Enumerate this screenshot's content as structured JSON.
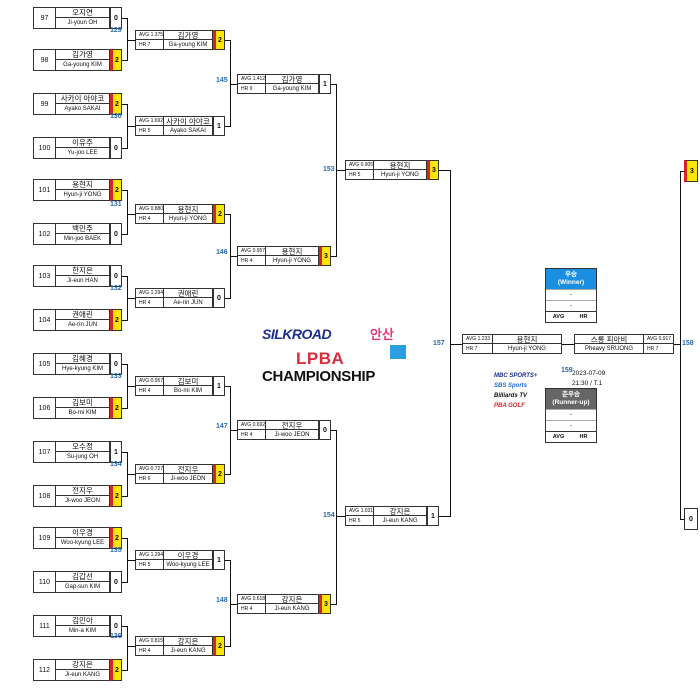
{
  "round1": [
    {
      "seed": "97",
      "name_ko": "오지연",
      "name_en": "Ji-youn OH",
      "score": "0",
      "win": false
    },
    {
      "seed": "98",
      "name_ko": "김가영",
      "name_en": "Ga-young KIM",
      "score": "2",
      "win": true
    },
    {
      "seed": "99",
      "name_ko": "사카이 아야코",
      "name_en": "Ayako SAKAI",
      "score": "2",
      "win": true
    },
    {
      "seed": "100",
      "name_ko": "이유주",
      "name_en": "Yu-joo LEE",
      "score": "0",
      "win": false
    },
    {
      "seed": "101",
      "name_ko": "용현지",
      "name_en": "Hyun-ji YONG",
      "score": "2",
      "win": true
    },
    {
      "seed": "102",
      "name_ko": "백민주",
      "name_en": "Min-joo BAEK",
      "score": "0",
      "win": false
    },
    {
      "seed": "103",
      "name_ko": "한지은",
      "name_en": "Ji-eun HAN",
      "score": "0",
      "win": false
    },
    {
      "seed": "104",
      "name_ko": "권애린",
      "name_en": "Ae-rin JUN",
      "score": "2",
      "win": true
    },
    {
      "seed": "105",
      "name_ko": "김혜경",
      "name_en": "Hye-kyung KIM",
      "score": "0",
      "win": false
    },
    {
      "seed": "106",
      "name_ko": "김보미",
      "name_en": "Bo-mi KIM",
      "score": "2",
      "win": true
    },
    {
      "seed": "107",
      "name_ko": "오수정",
      "name_en": "Su-jung OH",
      "score": "1",
      "win": false
    },
    {
      "seed": "108",
      "name_ko": "전지우",
      "name_en": "Ji-woo JEON",
      "score": "2",
      "win": true
    },
    {
      "seed": "109",
      "name_ko": "이우경",
      "name_en": "Woo-kyung LEE",
      "score": "2",
      "win": true
    },
    {
      "seed": "110",
      "name_ko": "김갑선",
      "name_en": "Gap-sun KIM",
      "score": "0",
      "win": false
    },
    {
      "seed": "111",
      "name_ko": "김민아",
      "name_en": "Min-a KIM",
      "score": "0",
      "win": false
    },
    {
      "seed": "112",
      "name_ko": "강지은",
      "name_en": "Ji-eun KANG",
      "score": "2",
      "win": true
    }
  ],
  "round1_matches": [
    "129",
    "130",
    "131",
    "132",
    "133",
    "134",
    "135",
    "136"
  ],
  "round2": [
    {
      "avg": "AVG 1.375",
      "hr": "HR 7",
      "name_ko": "김가영",
      "name_en": "Ga-young KIM",
      "score": "2",
      "win": true
    },
    {
      "avg": "AVG 1.692",
      "hr": "HR 5",
      "name_ko": "사카이 아야코",
      "name_en": "Ayako SAKAI",
      "score": "1",
      "win": false
    },
    {
      "avg": "AVG 0.880",
      "hr": "HR 4",
      "name_ko": "용현지",
      "name_en": "Hyun-ji YONG",
      "score": "2",
      "win": true
    },
    {
      "avg": "AVG 1.294",
      "hr": "HR 4",
      "name_ko": "권애린",
      "name_en": "Ae-rin JUN",
      "score": "0",
      "win": false
    },
    {
      "avg": "AVG 0.957",
      "hr": "HR 4",
      "name_ko": "김보미",
      "name_en": "Bo-mi KIM",
      "score": "1",
      "win": false
    },
    {
      "avg": "AVG 0.727",
      "hr": "HR 6",
      "name_ko": "전지우",
      "name_en": "Ji-woo JEON",
      "score": "2",
      "win": true
    },
    {
      "avg": "AVG 1.294",
      "hr": "HR 5",
      "name_ko": "이우경",
      "name_en": "Woo-kyung LEE",
      "score": "1",
      "win": false
    },
    {
      "avg": "AVG 0.815",
      "hr": "HR 4",
      "name_ko": "강지은",
      "name_en": "Ji-eun KANG",
      "score": "2",
      "win": true
    }
  ],
  "round2_matches": [
    "145",
    "146",
    "147",
    "148"
  ],
  "round3": [
    {
      "avg": "AVG 1.412",
      "hr": "HR 9",
      "name_ko": "김가영",
      "name_en": "Ga-young KIM",
      "score": "1",
      "win": false
    },
    {
      "avg": "AVG 0.957",
      "hr": "HR 4",
      "name_ko": "용현지",
      "name_en": "Hyun-ji YONG",
      "score": "3",
      "win": true
    },
    {
      "avg": "AVG 0.692",
      "hr": "HR 4",
      "name_ko": "전지우",
      "name_en": "Ji-woo JEON",
      "score": "0",
      "win": false
    },
    {
      "avg": "AVG 0.618",
      "hr": "HR 4",
      "name_ko": "강지은",
      "name_en": "Ji-eun KANG",
      "score": "3",
      "win": true
    }
  ],
  "round3_matches": [
    "153",
    "154"
  ],
  "round4": [
    {
      "avg": "AVG 0.905",
      "hr": "HR 5",
      "name_ko": "용현지",
      "name_en": "Hyun-ji YONG",
      "score": "3",
      "win": true
    },
    {
      "avg": "AVG 1.031",
      "hr": "HR 5",
      "name_ko": "강지은",
      "name_en": "Ji-eun KANG",
      "score": "1",
      "win": false
    }
  ],
  "semi_match": "157",
  "right_semi_match": "158",
  "right_scores": {
    "top": "3",
    "bottom": "0"
  },
  "final_match": "159",
  "final": {
    "left": {
      "avg": "AVG 1.233",
      "hr": "HR 7",
      "name_ko": "용현지",
      "name_en": "Hyun-ji YONG"
    },
    "right": {
      "avg": "AVG 0.917",
      "hr": "HR 7",
      "name_ko": "스롱 피아비",
      "name_en": "Pheavy SRUONG"
    }
  },
  "date": "2023-07-09",
  "time": "21:30 / T.1",
  "winner": {
    "title": "우승",
    "subtitle": "(Winner)",
    "line1": "-",
    "line2": "-",
    "avg": "AVG",
    "hr": "HR"
  },
  "runnerup": {
    "title": "준우승",
    "subtitle": "(Runner-up)",
    "line1": "-",
    "line2": "-",
    "avg": "AVG",
    "hr": "HR"
  },
  "logos": {
    "silkroad": "SILKROAD",
    "brand_ko": "안산",
    "lpba": "LPBA",
    "championship": "CHAMPIONSHIP"
  },
  "sponsors": [
    "MBC SPORTS+",
    "SBS Sports",
    "Billiards TV",
    "PBA GOLF"
  ],
  "colors": {
    "winner_fill": "#ffe600",
    "win_marker": "#d22",
    "match_number": "#2a6ab0",
    "winner_head": "#1a8fe0",
    "runnerup_head": "#666666"
  }
}
